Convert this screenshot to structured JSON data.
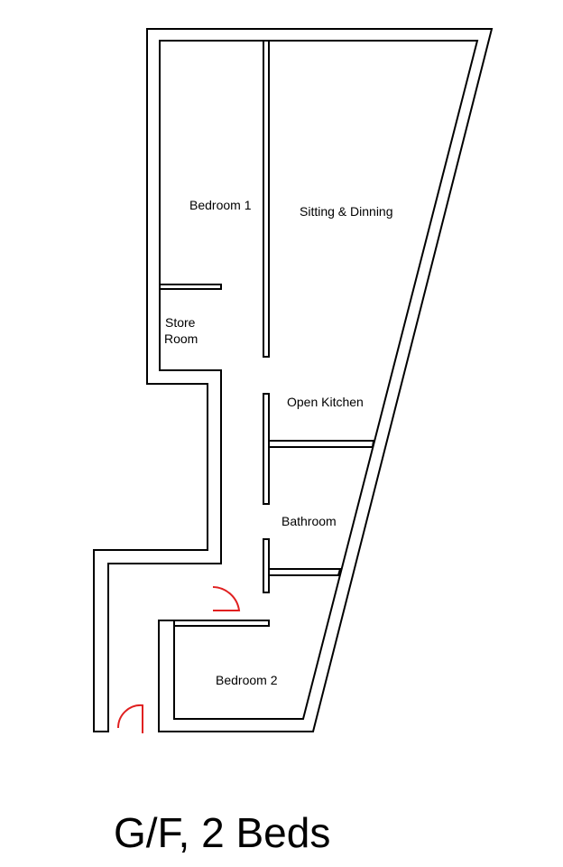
{
  "title": "G/F, 2 Beds",
  "rooms": {
    "bedroom1": "Bedroom 1",
    "sitting": "Sitting & Dinning",
    "store_line1": "Store",
    "store_line2": "Room",
    "kitchen": "Open Kitchen",
    "bathroom": "Bathroom",
    "bedroom2": "Bedroom 2"
  },
  "colors": {
    "wall": "#000000",
    "door": "#e02020",
    "background": "#ffffff"
  }
}
